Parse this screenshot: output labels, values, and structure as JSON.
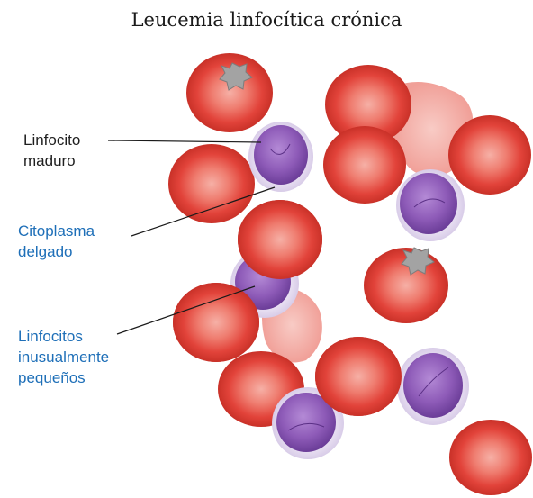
{
  "title": "Leucemia linfocítica crónica",
  "labels": {
    "mature_lymphocyte": [
      "Linfocito",
      "maduro"
    ],
    "thin_cytoplasm": [
      "Citoplasma",
      "delgado"
    ],
    "small_lymphocytes": [
      "Linfocitos",
      "inusualmente",
      "pequeños"
    ]
  },
  "colors": {
    "red_cell": "#e2433a",
    "red_cell_center": "#f4a39a",
    "lymphocyte_nucleus": "#8e5bb8",
    "lymphocyte_cytoplasm": "#e6def0",
    "platelet": "#9a9a9a",
    "label_dark": "#1f1f1f",
    "label_blue": "#1e6fb8"
  }
}
